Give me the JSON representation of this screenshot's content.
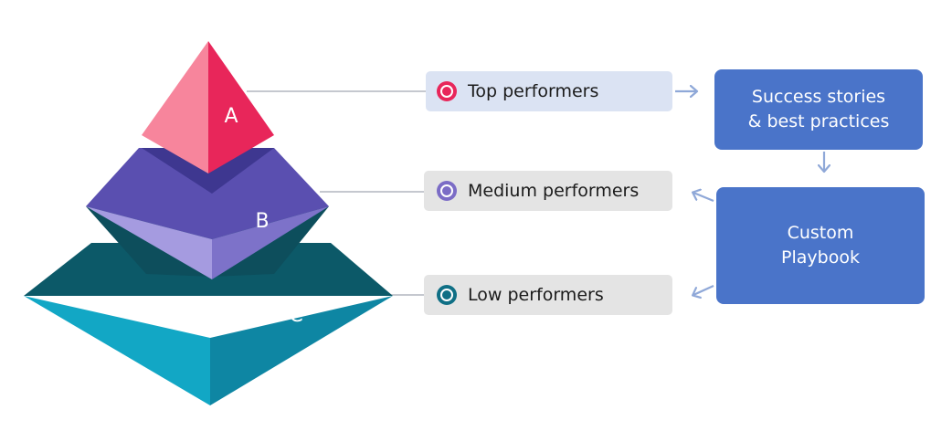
{
  "pyramid": {
    "levels": [
      {
        "letter": "A",
        "label": "Top performers",
        "dot_color": "#e8265a"
      },
      {
        "letter": "B",
        "label": "Medium performers",
        "dot_color": "#7b6cc6"
      },
      {
        "letter": "C",
        "label": "Low performers",
        "dot_color": "#0f6f85"
      }
    ]
  },
  "boxes": {
    "success": {
      "line1": "Success stories",
      "line2": "& best practices"
    },
    "playbook": {
      "line1": "Custom",
      "line2": "Playbook"
    }
  },
  "colors": {
    "box_fill": "#4a74c9",
    "arrow": "#8fa8d8",
    "connector": "#c5c8cf",
    "pill_top": "#dbe3f3",
    "pill_other": "#e4e4e4"
  }
}
